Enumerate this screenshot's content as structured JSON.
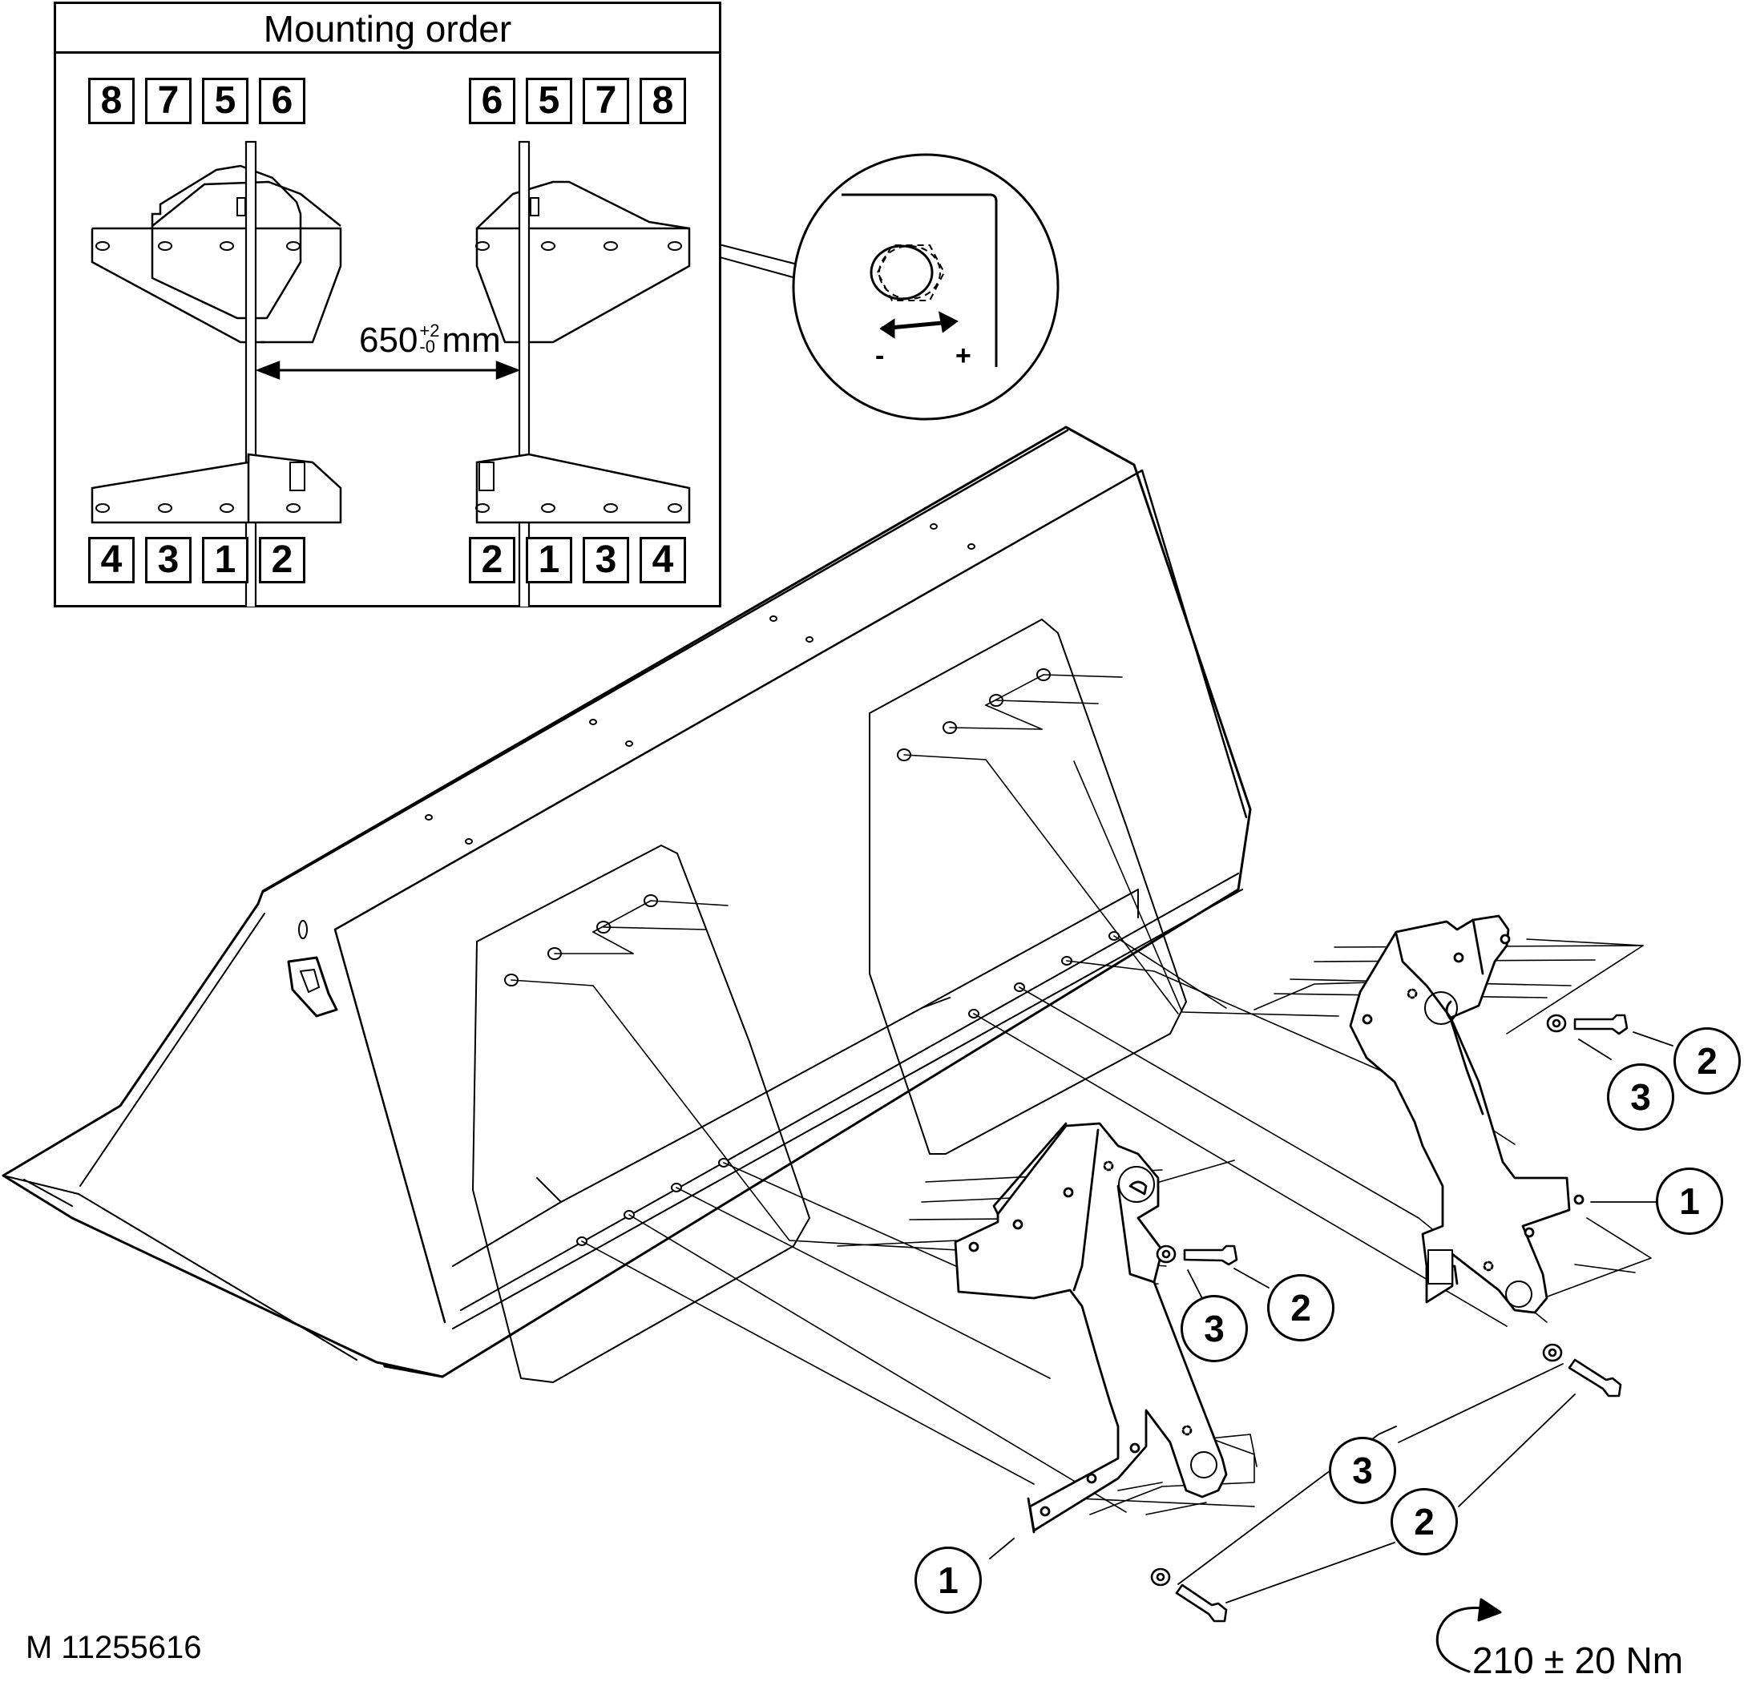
{
  "mounting_order": {
    "title": "Mounting order",
    "top_left": [
      "8",
      "7",
      "5",
      "6"
    ],
    "top_right": [
      "6",
      "5",
      "7",
      "8"
    ],
    "bottom_left": [
      "4",
      "3",
      "1",
      "2"
    ],
    "bottom_right": [
      "2",
      "1",
      "3",
      "4"
    ],
    "dimension": {
      "value": "650",
      "tol_plus": "+2",
      "tol_minus": "-0",
      "unit": "mm"
    }
  },
  "adjustment_detail": {
    "minus": "-",
    "plus": "+"
  },
  "callouts": {
    "c1a": "1",
    "c1b": "1",
    "c2a": "2",
    "c2b": "2",
    "c2c": "2",
    "c3a": "3",
    "c3b": "3",
    "c3c": "3"
  },
  "torque": "210 ± 20 Nm",
  "document_id": "M 11255616",
  "icons": [
    "torque-arrow-icon",
    "double-arrow-icon",
    "nut-outline-icon"
  ],
  "colors": {
    "ink": "#000000",
    "paper": "#ffffff"
  }
}
